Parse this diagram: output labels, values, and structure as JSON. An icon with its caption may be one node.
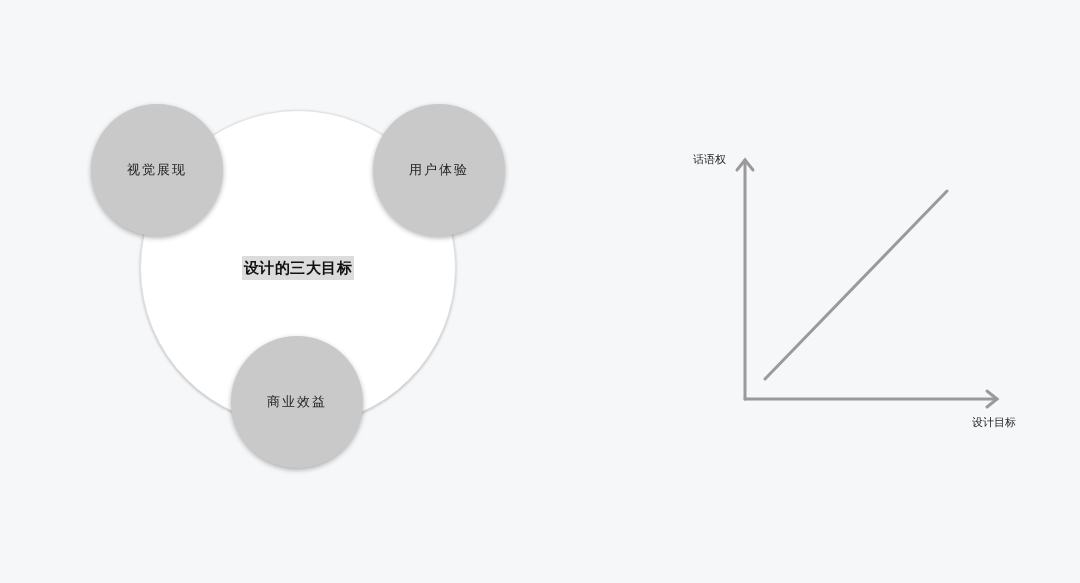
{
  "diagram": {
    "nodes": [
      {
        "text": [
          "设计的三大目标"
        ]
      },
      {
        "text": [
          "视觉展现"
        ]
      },
      {
        "text": [
          "用户体验"
        ]
      },
      {
        "text": [
          "商业效益"
        ]
      }
    ],
    "labels": [
      "话语权",
      "设计目标"
    ]
  }
}
